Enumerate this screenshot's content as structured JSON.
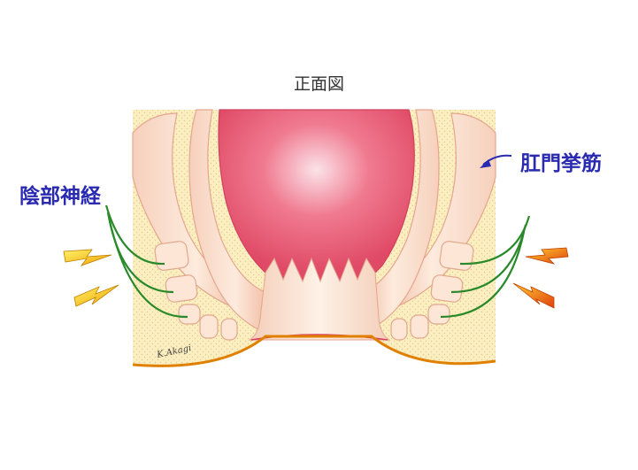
{
  "title": "正面図",
  "labels": {
    "pudendal_nerve": "陰部神経",
    "levator_ani": "肛門挙筋"
  },
  "signature": "K.Akagi",
  "colors": {
    "label_text": "#2a2ab0",
    "nerve": "#2a8a2a",
    "outline": "#e08000",
    "rectum": "#e04a66"
  },
  "icons": [
    "lightning-icon",
    "lightning-icon",
    "lightning-icon",
    "lightning-icon",
    "arrow-icon"
  ]
}
